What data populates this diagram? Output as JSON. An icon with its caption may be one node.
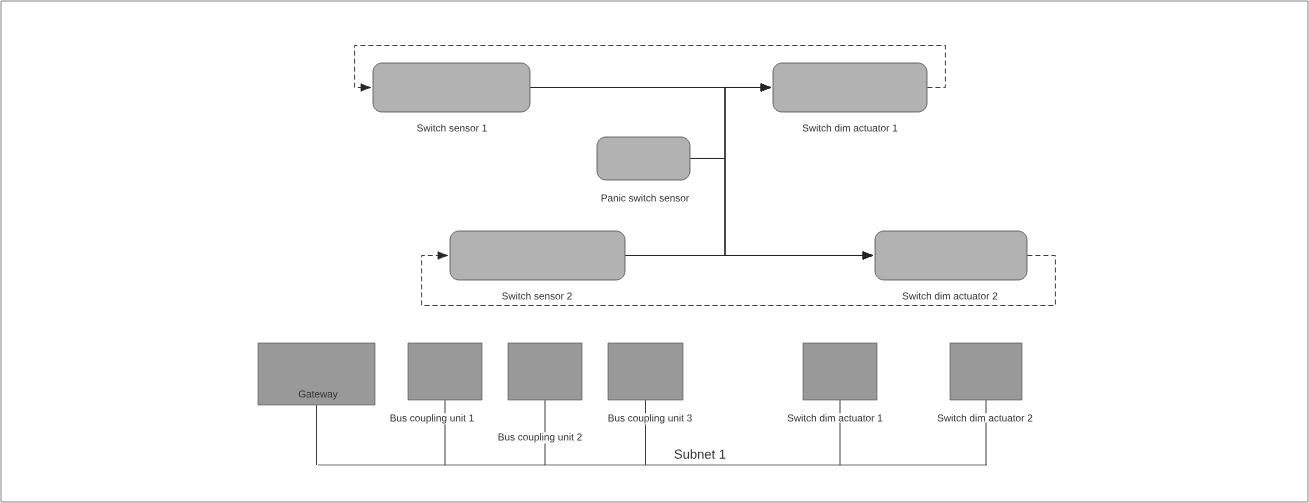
{
  "diagram": {
    "nodes": [
      {
        "text": [
          "Switch sensor 1"
        ]
      },
      {
        "text": [
          "Switch dim actuator 1"
        ]
      },
      {
        "text": [
          "Panic switch sensor"
        ]
      },
      {
        "text": [
          "Switch sensor 2"
        ]
      },
      {
        "text": [
          "Switch dim actuator  2"
        ]
      },
      {
        "text": [
          "Gateway"
        ]
      },
      {
        "text": [
          "Bus coupling unit 1"
        ]
      },
      {
        "text": [
          "Bus coupling unit 2"
        ]
      },
      {
        "text": [
          "Bus coupling unit 3"
        ]
      },
      {
        "text": [
          "Switch dim actuator 1"
        ]
      },
      {
        "text": [
          "Switch dim actuator 2"
        ]
      },
      {
        "text": [
          "Subnet 1"
        ]
      }
    ],
    "edges": [
      {
        "from": 0,
        "to": 1,
        "arrow": "to"
      },
      {
        "from": 0,
        "to": 4,
        "arrow": "to"
      },
      {
        "from": 2,
        "to": 1,
        "arrow": "to"
      },
      {
        "from": 2,
        "to": 4,
        "arrow": "to"
      },
      {
        "from": 3,
        "to": 1,
        "arrow": "to"
      },
      {
        "from": 3,
        "to": 4,
        "arrow": "to"
      },
      {
        "from": 1,
        "to": 0,
        "arrow": "to",
        "style": "dashed"
      },
      {
        "from": 4,
        "to": 3,
        "arrow": "to",
        "style": "dashed"
      },
      {
        "from": 5,
        "to": 11,
        "arrow": "none"
      },
      {
        "from": 6,
        "to": 11,
        "arrow": "none"
      },
      {
        "from": 7,
        "to": 11,
        "arrow": "none"
      },
      {
        "from": 8,
        "to": 11,
        "arrow": "none"
      },
      {
        "from": 9,
        "to": 11,
        "arrow": "none"
      },
      {
        "from": 10,
        "to": 11,
        "arrow": "none"
      }
    ]
  }
}
